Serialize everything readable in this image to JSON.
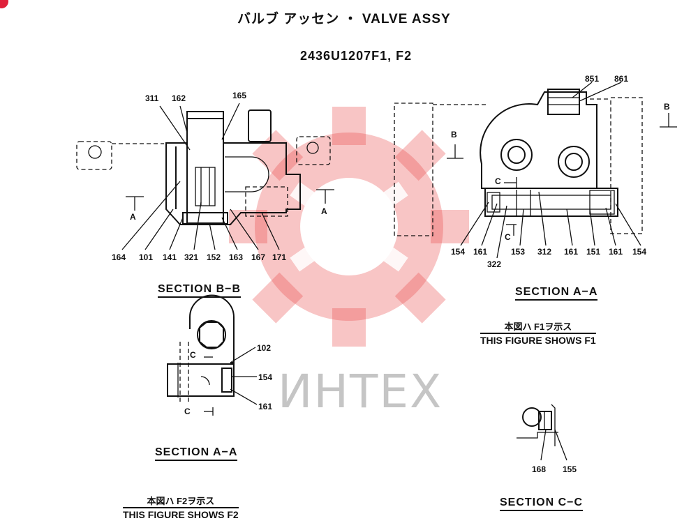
{
  "header": {
    "title": "バルブ アッセン ・ VALVE ASSY",
    "part_number": "2436U1207F1, F2"
  },
  "badge": {
    "color": "#e0203a"
  },
  "watermark": {
    "text": "ИНТЕХ",
    "color": "#e84a4a"
  },
  "section_bb": {
    "title": "SECTION B−B",
    "callouts_top": [
      "311",
      "162",
      "165"
    ],
    "callouts_bottom": [
      "164",
      "101",
      "141",
      "321",
      "152",
      "163",
      "167",
      "171"
    ],
    "cut_marks": [
      "A",
      "A"
    ]
  },
  "section_aa_f1": {
    "title": "SECTION A−A",
    "callouts_top": [
      "851",
      "861"
    ],
    "callouts_bottom": [
      "154",
      "161",
      "322",
      "153",
      "312",
      "161",
      "151",
      "161",
      "154"
    ],
    "cut_marks": [
      "B",
      "B",
      "C",
      "C"
    ],
    "note_jp": "本図ハ F1ヲ示ス",
    "note_en": "THIS FIGURE SHOWS F1"
  },
  "section_aa_f2": {
    "title": "SECTION A−A",
    "callouts": [
      "102",
      "154",
      "161"
    ],
    "cut_marks": [
      "C",
      "C"
    ],
    "note_jp": "本図ハ F2ヲ示ス",
    "note_en": "THIS FIGURE SHOWS F2"
  },
  "section_cc": {
    "title": "SECTION C−C",
    "callouts": [
      "168",
      "155"
    ]
  }
}
